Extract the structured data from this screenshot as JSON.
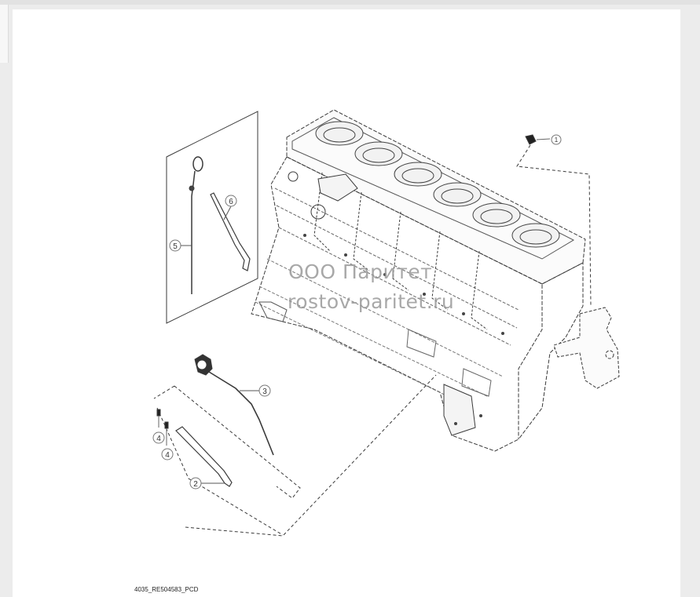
{
  "watermark": {
    "line1": "ООО Паритет",
    "line2": "rostov-paritet.ru"
  },
  "figure_id": "4035_RE504583_PCD",
  "callouts": [
    "1",
    "2",
    "3",
    "4",
    "4",
    "5",
    "6"
  ]
}
